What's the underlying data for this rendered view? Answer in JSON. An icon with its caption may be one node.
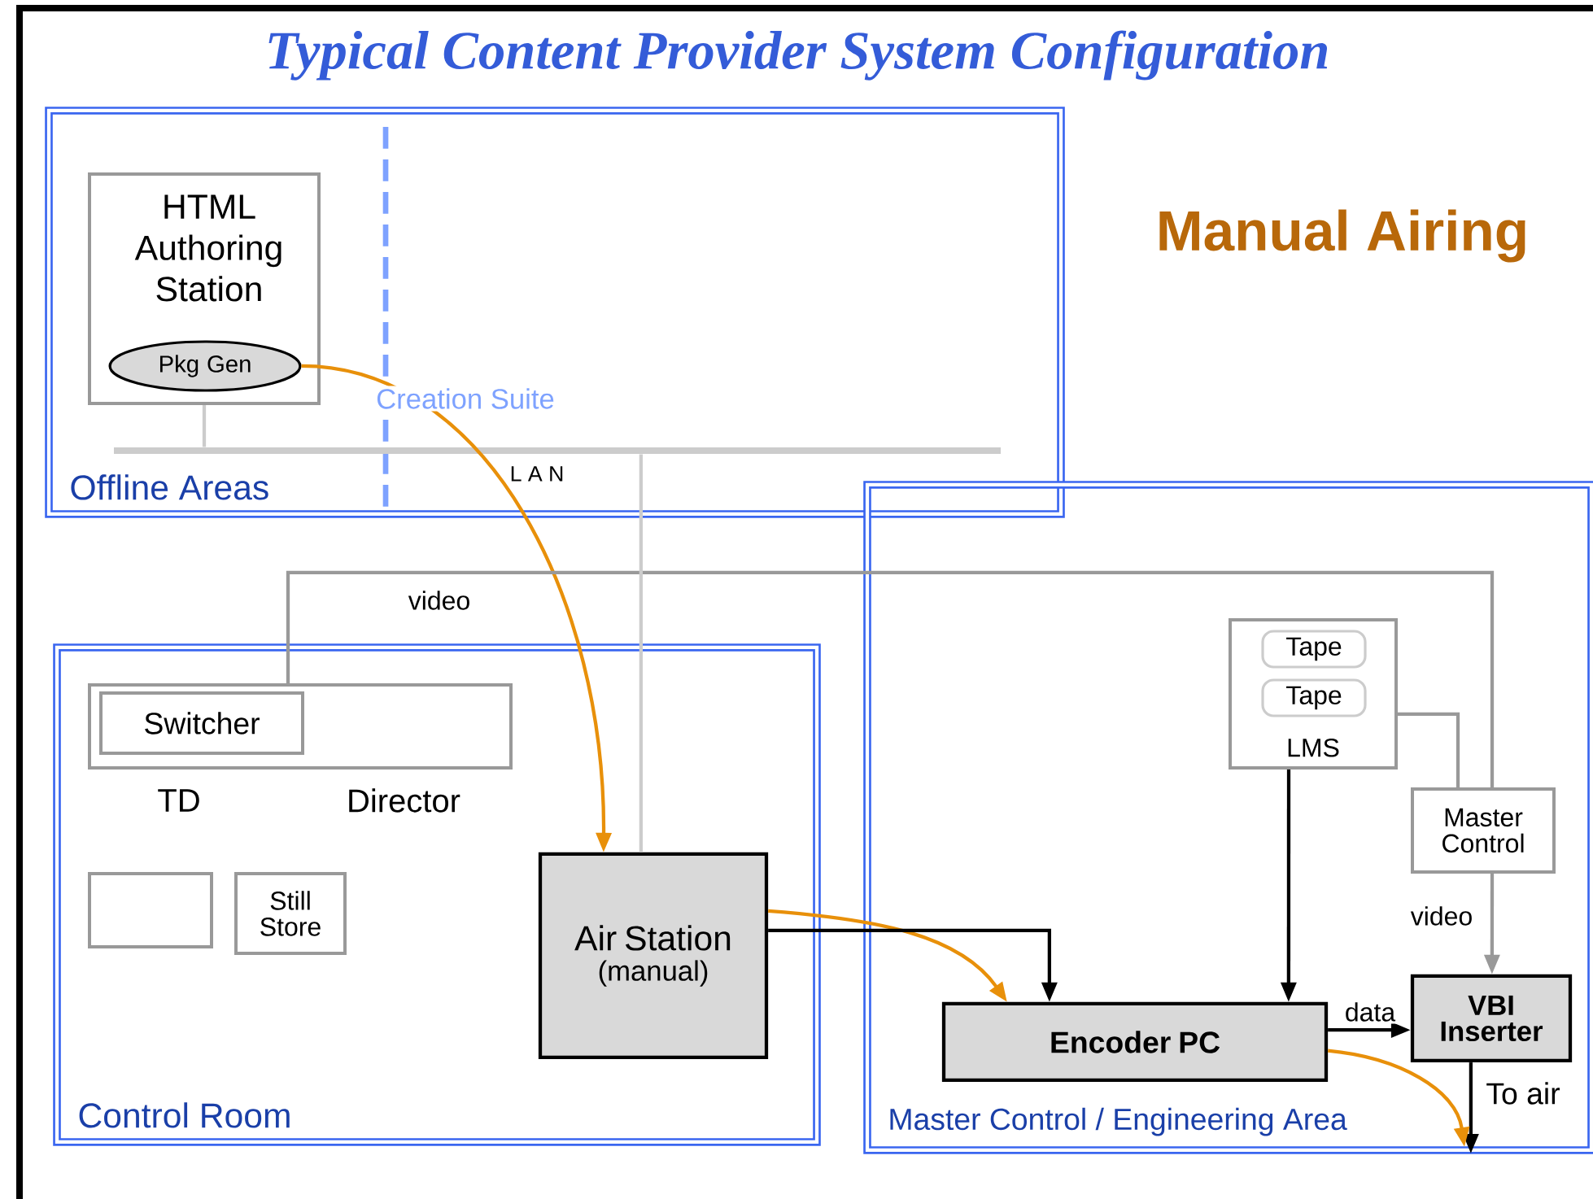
{
  "diagram": {
    "title": "Typical Content Provider System Configuration",
    "nodes": [
      {
        "text": [
          "Offline Areas"
        ]
      },
      {
        "text": [
          "HTML Authoring Station"
        ],
        "in": 0
      },
      {
        "text": [
          "Pkg Gen"
        ],
        "in": 1
      },
      {
        "text": [
          "Control Room"
        ]
      },
      {
        "text": [],
        "shape": "box",
        "in": 3
      },
      {
        "text": [
          "Switcher"
        ],
        "in": 4
      },
      {
        "text": [],
        "shape": "box",
        "in": 3
      },
      {
        "text": [
          "Still Store"
        ],
        "in": 3
      },
      {
        "text": [
          "Air Station",
          "(manual)"
        ],
        "in": 3
      },
      {
        "text": [
          "Master Control / Engineering Area"
        ]
      },
      {
        "text": [
          "LMS"
        ],
        "in": 9
      },
      {
        "text": [
          "Tape"
        ],
        "in": 10
      },
      {
        "text": [
          "Tape"
        ],
        "in": 10
      },
      {
        "text": [
          "Master Control"
        ],
        "in": 9
      },
      {
        "text": [
          "Encoder PC"
        ],
        "in": 9
      },
      {
        "text": [
          "VBI Inserter"
        ],
        "in": 9
      },
      {
        "text": [],
        "shape": "bar",
        "beside": [
          "L A N"
        ],
        "in": 0
      }
    ],
    "edges": [
      {
        "from": 2,
        "to": 8,
        "arrow": "to",
        "color": "#e8900a"
      },
      {
        "from": 8,
        "to": 14,
        "arrow": "to",
        "color": "#e8900a"
      },
      {
        "from": 8,
        "to": 14,
        "arrow": "to"
      },
      {
        "from": 10,
        "to": 14,
        "arrow": "to"
      },
      {
        "from": 4,
        "to": 13,
        "arrow": "none",
        "label": "video",
        "color": "#999999"
      },
      {
        "from": 10,
        "to": 13,
        "arrow": "none",
        "color": "#999999"
      },
      {
        "from": 13,
        "to": 15,
        "arrow": "to",
        "label": "video",
        "color": "#999999"
      },
      {
        "from": 14,
        "to": 15,
        "arrow": "to",
        "label": "data"
      },
      {
        "from": 15,
        "to": null,
        "arrow": "to",
        "label": "To air"
      },
      {
        "from": 14,
        "to": null,
        "arrow": "to",
        "color": "#e8900a"
      },
      {
        "from": 1,
        "to": 16,
        "arrow": "none",
        "color": "#cccccc"
      },
      {
        "from": 16,
        "to": 8,
        "arrow": "none",
        "color": "#cccccc"
      }
    ],
    "labels": [
      "Manual Airing",
      "Creation Suite",
      "TD",
      "Director"
    ]
  }
}
